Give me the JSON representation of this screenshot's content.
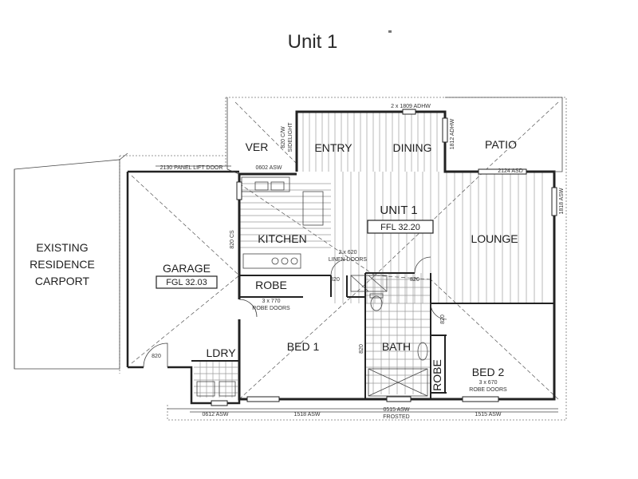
{
  "title": "Unit 1",
  "rooms": {
    "ver": "VER",
    "entry": "ENTRY",
    "dining": "DINING",
    "patio": "PATIO",
    "unit": "UNIT 1",
    "kitchen": "KITCHEN",
    "lounge": "LOUNGE",
    "garage": "GARAGE",
    "robe": "ROBE",
    "bed1": "BED 1",
    "bath": "BATH",
    "bed2": "BED 2",
    "ldry": "LDRY",
    "robe2": "ROBE",
    "existing_line1": "EXISTING",
    "existing_line2": "RESIDENCE",
    "existing_line3": "CARPORT"
  },
  "levels": {
    "unit": "FFL 32.20",
    "garage": "FGL 32.03"
  },
  "notes": {
    "panel_door": "2130 PANEL LIFT DOOR",
    "asw_0602": "0602 ASW",
    "adhw_top": "2 x 1809 ADHW",
    "adhw_right": "1812 ADHW",
    "asd": "2124 ASD",
    "asw_right": "1818 ASW",
    "cw_1": "820 C/W",
    "cw_2": "SIDELIGHT",
    "linen_1": "2 x 620",
    "linen_2": "LINEN DOORS",
    "d820_a": "820",
    "d820_b": "820",
    "d820_c": "820",
    "d820_d": "820",
    "d820_e": "820",
    "cs820": "820 CS",
    "robe_doors_1": "3 x 770",
    "robe_doors_1b": "ROBE DOORS",
    "robe_doors_2": "3 x 670",
    "robe_doors_2b": "ROBE DOORS",
    "asw_bottom1": "0612 ASW",
    "asw_bottom2": "1518 ASW",
    "asw_bottom3": "0515 ASW",
    "asw_bottom3b": "FROSTED",
    "asw_bottom4": "1515 ASW"
  }
}
